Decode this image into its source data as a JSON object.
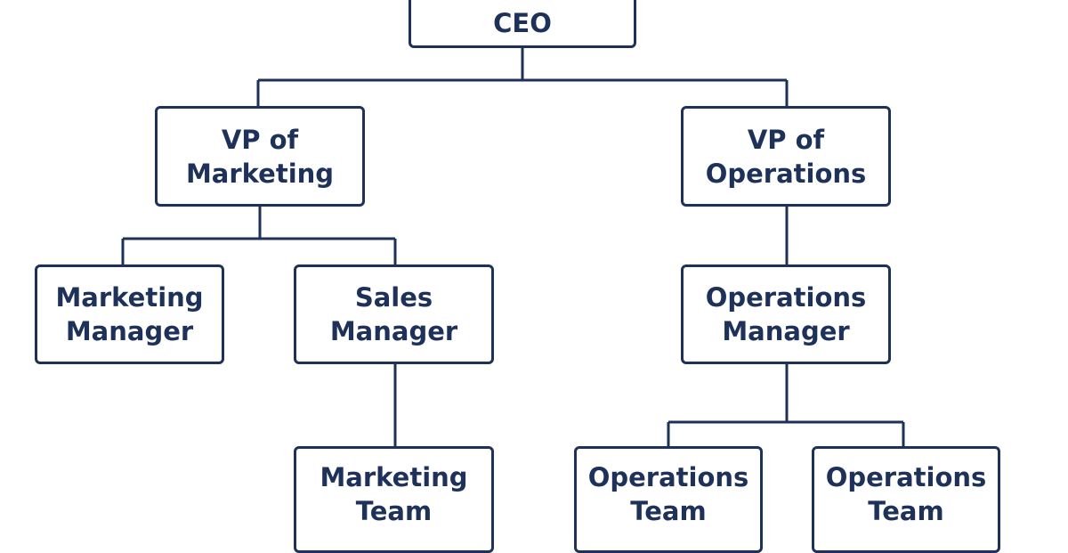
{
  "org_chart": {
    "nodes": {
      "ceo": {
        "lines": [
          "CEO"
        ]
      },
      "vp_marketing": {
        "lines": [
          "VP of",
          "Marketing"
        ]
      },
      "vp_operations": {
        "lines": [
          "VP of",
          "Operations"
        ]
      },
      "marketing_manager": {
        "lines": [
          "Marketing",
          "Manager"
        ]
      },
      "sales_manager": {
        "lines": [
          "Sales",
          "Manager"
        ]
      },
      "operations_manager": {
        "lines": [
          "Operations",
          "Manager"
        ]
      },
      "marketing_team": {
        "lines": [
          "Marketing",
          "Team"
        ]
      },
      "operations_team_1": {
        "lines": [
          "Operations",
          "Team"
        ]
      },
      "operations_team_2": {
        "lines": [
          "Operations",
          "Team"
        ]
      }
    },
    "edges": [
      [
        "ceo",
        "vp_marketing"
      ],
      [
        "ceo",
        "vp_operations"
      ],
      [
        "vp_marketing",
        "marketing_manager"
      ],
      [
        "vp_marketing",
        "sales_manager"
      ],
      [
        "vp_operations",
        "operations_manager"
      ],
      [
        "sales_manager",
        "marketing_team"
      ],
      [
        "operations_manager",
        "operations_team_1"
      ],
      [
        "operations_manager",
        "operations_team_2"
      ]
    ],
    "colors": {
      "line": "#1e3158",
      "text": "#1e3158",
      "background": "#ffffff"
    }
  }
}
